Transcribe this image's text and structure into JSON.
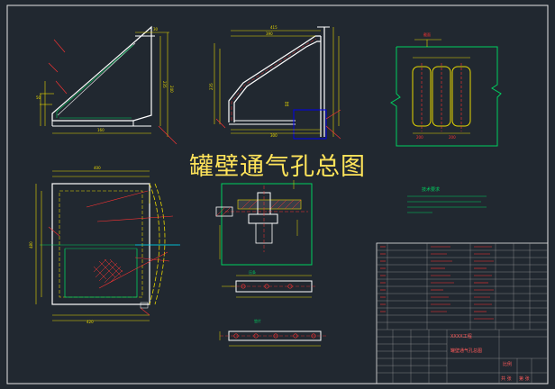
{
  "drawing": {
    "title": "罐壁通气孔总图",
    "colors": {
      "background": "#212830",
      "frame": "#e6e6e6",
      "geometry": "#ffffff",
      "dimension": "#e8d800",
      "centerline": "#ff3333",
      "hidden": "#ffe800",
      "hatch": "#ff3333",
      "detail_box": "#0000ee",
      "annotation": "#00d060",
      "title_text": "#ffe45a"
    },
    "section_label": "II",
    "notes_title": "技术要求",
    "title_block": {
      "project": "XXXX工程",
      "drawing_name": "罐壁通气孔总图",
      "scale_label": "比例",
      "sheet_label": "第 张",
      "total_label": "共 张"
    }
  }
}
